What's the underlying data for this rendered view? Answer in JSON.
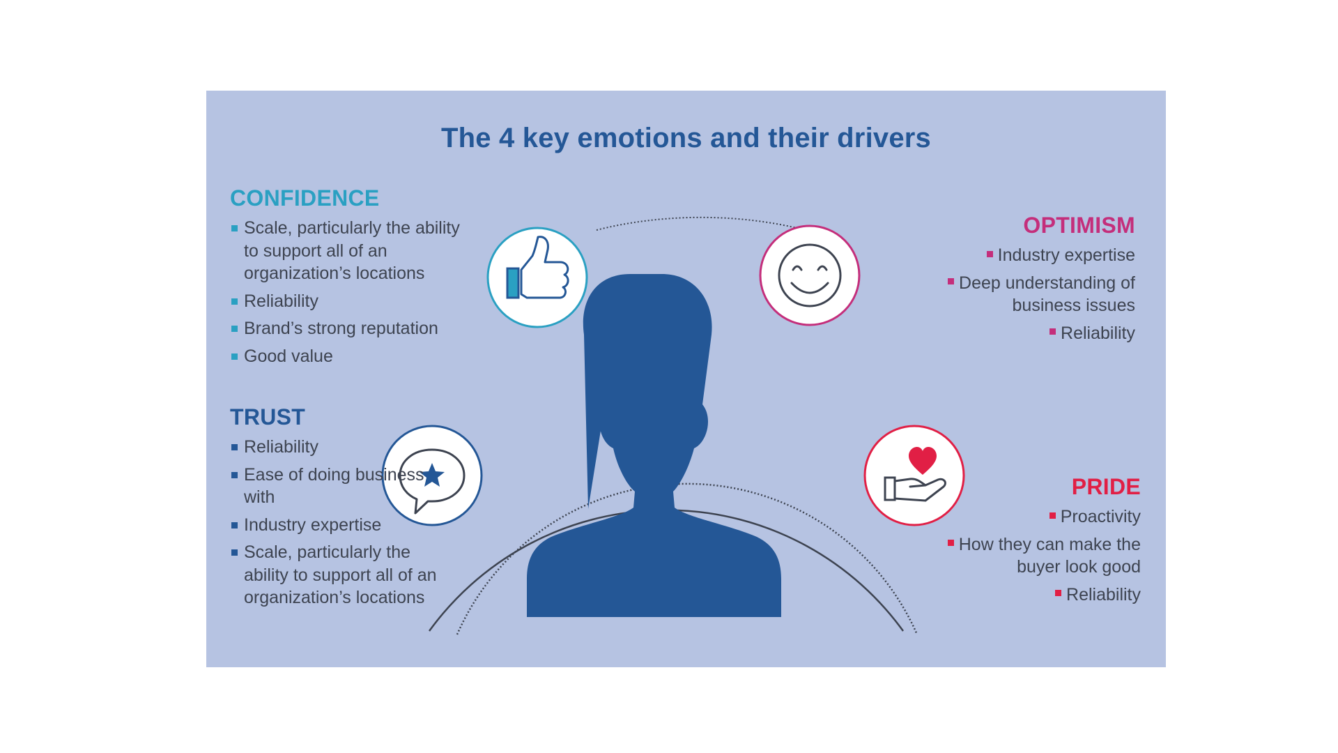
{
  "title": "The 4 key emotions and their drivers",
  "colors": {
    "background": "#b6c3e2",
    "title": "#245796",
    "confidence": "#2aa0c2",
    "trust": "#245796",
    "optimism": "#c42e7b",
    "pride": "#e11f45",
    "silhouette": "#245796"
  },
  "emotions": {
    "confidence": {
      "heading": "CONFIDENCE",
      "icon": "thumbs-up-icon",
      "items": [
        "Scale, particularly the ability to support all of an organization’s locations",
        "Reliability",
        "Brand’s strong reputation",
        "Good value"
      ]
    },
    "trust": {
      "heading": "TRUST",
      "icon": "speech-bubble-star-icon",
      "items": [
        "Reliability",
        "Ease of doing business with",
        "Industry expertise",
        "Scale, particularly the ability to support all of an organization’s locations"
      ]
    },
    "optimism": {
      "heading": "OPTIMISM",
      "icon": "smiley-face-icon",
      "items": [
        "Industry expertise",
        "Deep understanding of business issues",
        "Reliability"
      ]
    },
    "pride": {
      "heading": "PRIDE",
      "icon": "heart-in-hand-icon",
      "items": [
        "Proactivity",
        "How they can make the buyer look good",
        "Reliability"
      ]
    }
  }
}
